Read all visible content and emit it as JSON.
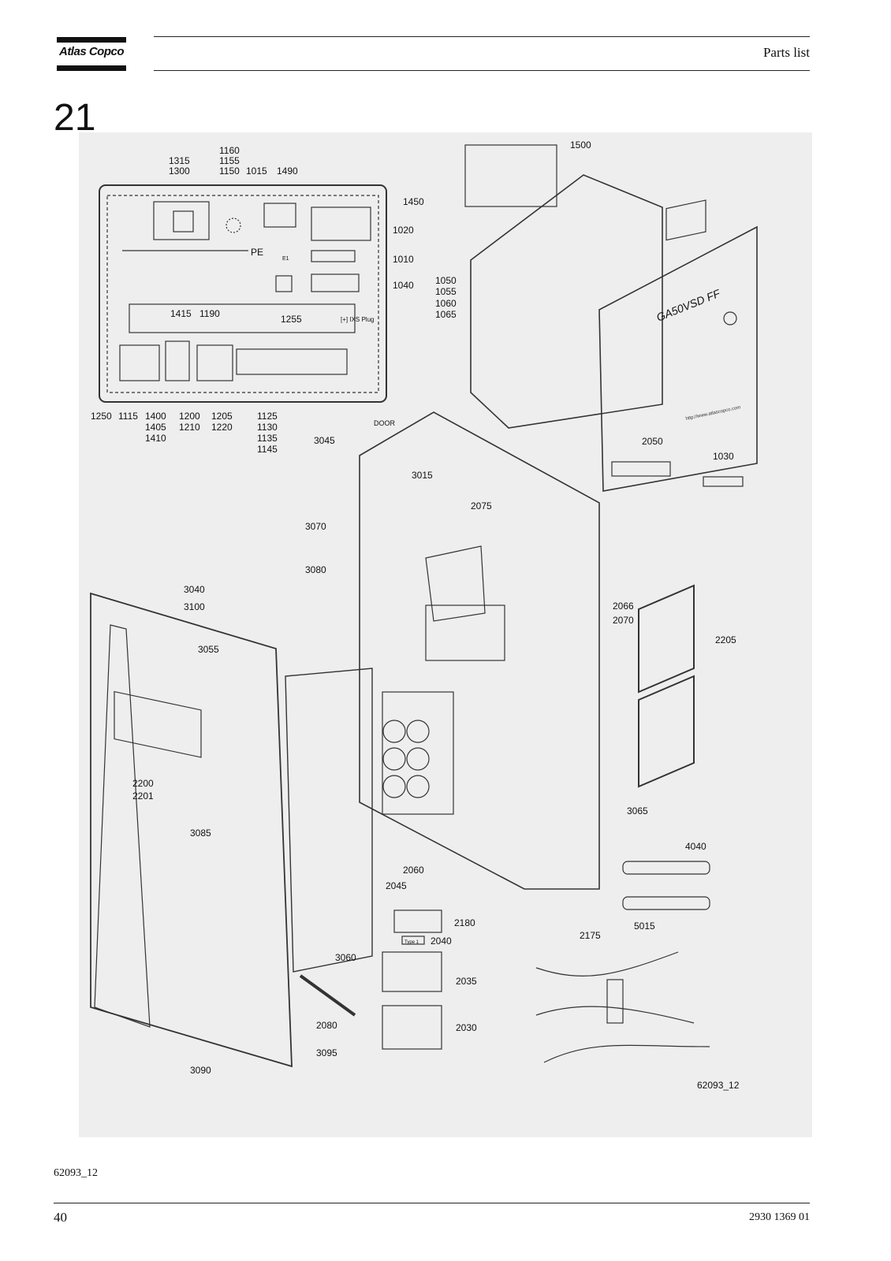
{
  "header": {
    "brand": "Atlas Copco",
    "title": "Parts list"
  },
  "section_number": "21",
  "diagram": {
    "callouts": [
      "1160",
      "1155",
      "1150",
      "1315",
      "1300",
      "1015",
      "1490",
      "1450",
      "1020",
      "1010",
      "1040",
      "1255",
      "1415",
      "1190",
      "1250",
      "1115",
      "1400",
      "1405",
      "1410",
      "1200",
      "1210",
      "1205",
      "1220",
      "1125",
      "1130",
      "1135",
      "1145",
      "1500",
      "1050",
      "1055",
      "1060",
      "1065",
      "2050",
      "1030",
      "3045",
      "3015",
      "2075",
      "3070",
      "3080",
      "3040",
      "3100",
      "3055",
      "2066",
      "2070",
      "2205",
      "2200",
      "2201",
      "3085",
      "3065",
      "4040",
      "2060",
      "2045",
      "5015",
      "2180",
      "2175",
      "2040",
      "3060",
      "2035",
      "2080",
      "2030",
      "3095",
      "3090",
      "62093_12"
    ],
    "labels": {
      "pe": "PE",
      "xs_plug": "[+]\nIXS Plug",
      "door": "DOOR",
      "e1": "E1",
      "enclosure_brand": "GA50VSD FF",
      "type_label": "Type 1",
      "url": "http://www.atlascopco.com"
    }
  },
  "footer": {
    "figure_ref": "62093_12",
    "page_number": "40",
    "doc_number": "2930 1369 01"
  }
}
